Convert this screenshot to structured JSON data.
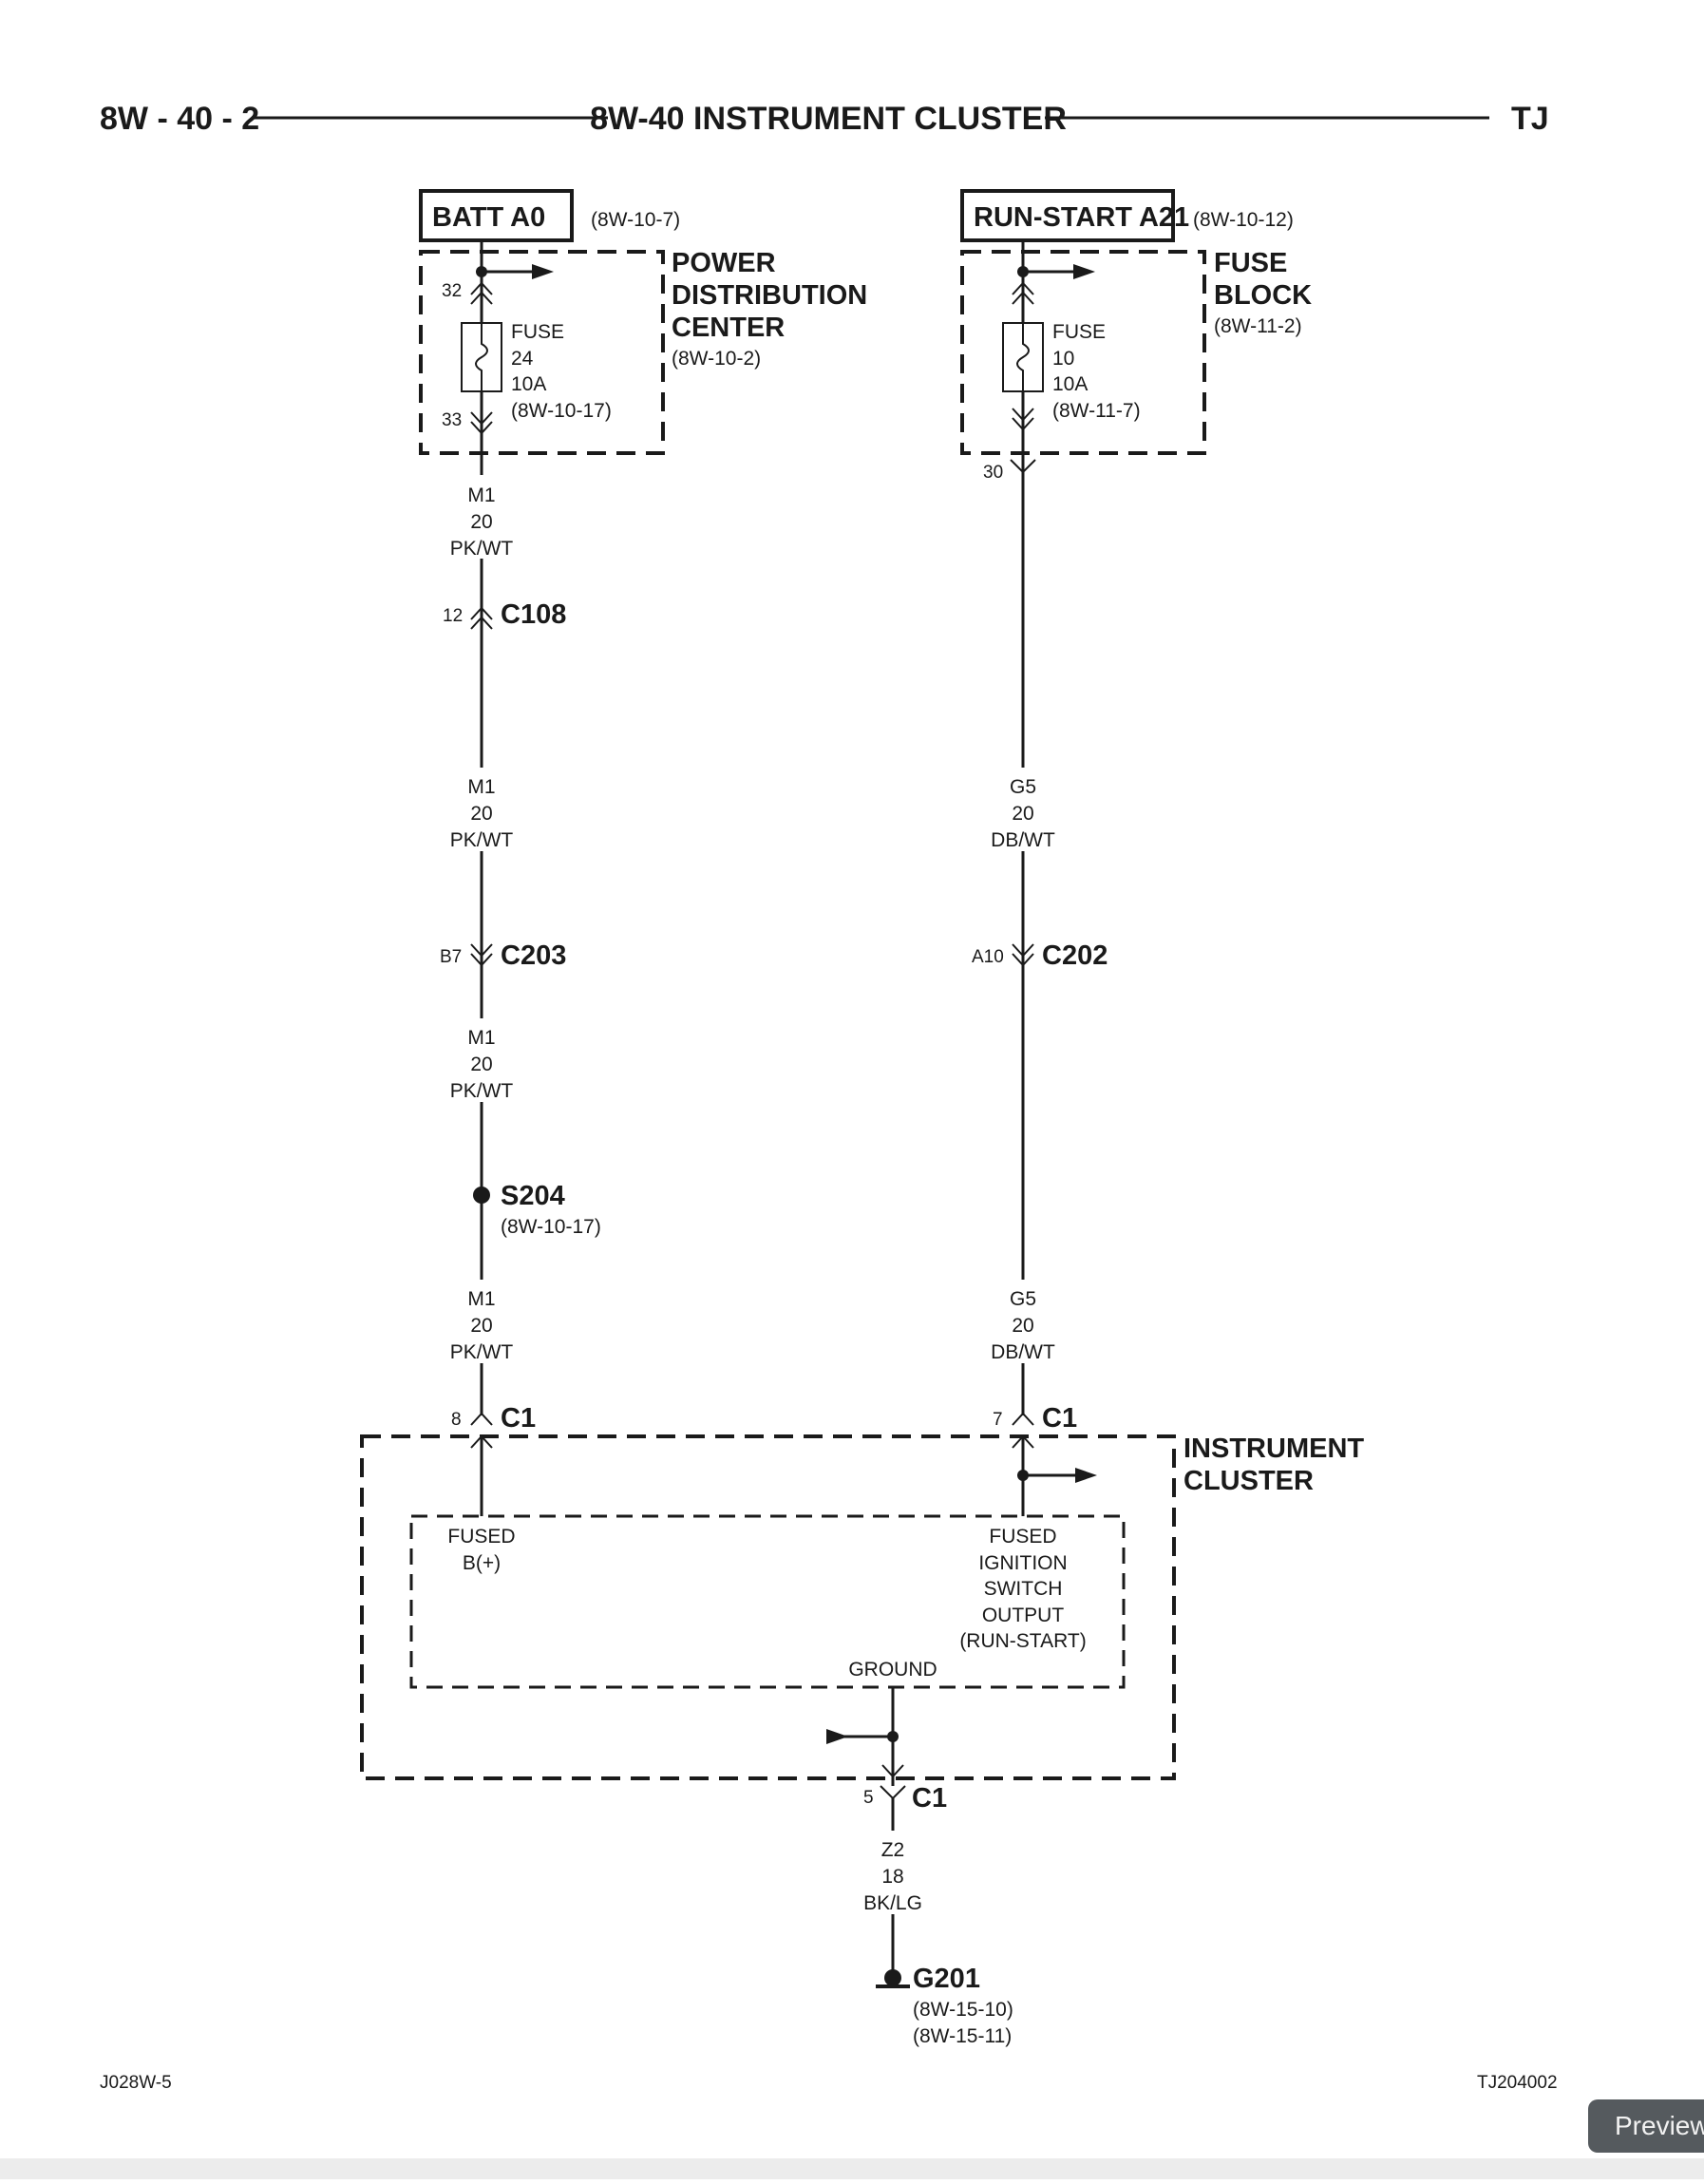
{
  "header": {
    "page_left": "8W - 40 - 2",
    "title": "8W-40 INSTRUMENT CLUSTER",
    "page_right": "TJ"
  },
  "left_source": {
    "name": "BATT A0",
    "ref": "(8W-10-7)",
    "component": [
      "POWER",
      "DISTRIBUTION",
      "CENTER"
    ],
    "component_ref": "(8W-10-2)",
    "fuse": [
      "FUSE",
      "24",
      "10A",
      "(8W-10-17)"
    ],
    "pin_in": "32",
    "pin_out": "33"
  },
  "right_source": {
    "name": "RUN-START A21",
    "ref": "(8W-10-12)",
    "component": [
      "FUSE",
      "BLOCK"
    ],
    "component_ref": "(8W-11-2)",
    "fuse": [
      "FUSE",
      "10",
      "10A",
      "(8W-11-7)"
    ],
    "pin_out": "30"
  },
  "left_wires": [
    [
      "M1",
      "20",
      "PK/WT"
    ],
    [
      "M1",
      "20",
      "PK/WT"
    ],
    [
      "M1",
      "20",
      "PK/WT"
    ],
    [
      "M1",
      "20",
      "PK/WT"
    ]
  ],
  "right_wires": [
    [
      "G5",
      "20",
      "DB/WT"
    ],
    [
      "G5",
      "20",
      "DB/WT"
    ]
  ],
  "connectors": {
    "c108": {
      "name": "C108",
      "pin": "12"
    },
    "c203": {
      "name": "C203",
      "pin": "B7"
    },
    "c202": {
      "name": "C202",
      "pin": "A10"
    },
    "c1_left": {
      "name": "C1",
      "pin": "8"
    },
    "c1_right": {
      "name": "C1",
      "pin": "7"
    },
    "c1_ground": {
      "name": "C1",
      "pin": "5"
    }
  },
  "splice": {
    "name": "S204",
    "ref": "(8W-10-17)"
  },
  "cluster": {
    "name": [
      "INSTRUMENT",
      "CLUSTER"
    ],
    "input_left": [
      "FUSED",
      "B(+)"
    ],
    "input_right": [
      "FUSED",
      "IGNITION",
      "SWITCH",
      "OUTPUT",
      "(RUN-START)"
    ],
    "ground_label": "GROUND"
  },
  "ground_wire": [
    "Z2",
    "18",
    "BK/LG"
  ],
  "ground": {
    "name": "G201",
    "refs": [
      "(8W-15-10)",
      "(8W-15-11)"
    ]
  },
  "footer": {
    "left": "J028W-5",
    "right": "TJ204002"
  },
  "ui": {
    "preview_label": "Preview"
  }
}
